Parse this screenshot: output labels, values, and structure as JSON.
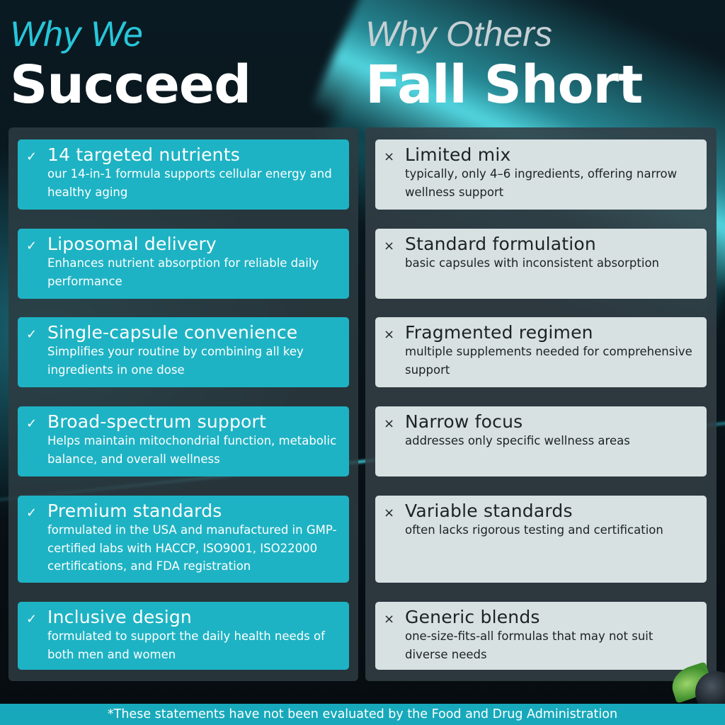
{
  "left_heading": {
    "line1": "Why We",
    "line2": "Succeed"
  },
  "right_heading": {
    "line1": "Why Others",
    "line2": "Fall Short"
  },
  "check_symbol": "✓",
  "cross_symbol": "×",
  "succeed_items": [
    {
      "title": "14 targeted nutrients",
      "description": "our 14-in-1 formula supports cellular energy and healthy aging"
    },
    {
      "title": "Liposomal delivery",
      "description": "Enhances nutrient absorption for reliable daily performance"
    },
    {
      "title": "Single-capsule convenience",
      "description": "Simplifies your routine by combining all key ingredients in one dose"
    },
    {
      "title": "Broad-spectrum support",
      "description": "Helps maintain mitochondrial function, metabolic balance, and overall wellness"
    },
    {
      "title": "Premium standards",
      "description": "formulated in the USA and manufactured in GMP-certified labs with HACCP, ISO9001, ISO22000 certifications, and FDA registration"
    },
    {
      "title": "Inclusive design",
      "description": "formulated to support the daily health needs of both men and women"
    }
  ],
  "short_items": [
    {
      "title": "Limited mix",
      "description": "typically, only 4–6 ingredients, offering narrow wellness support"
    },
    {
      "title": "Standard formulation",
      "description": "basic capsules with inconsistent absorption"
    },
    {
      "title": "Fragmented regimen",
      "description": "multiple supplements needed for comprehensive support"
    },
    {
      "title": "Narrow focus",
      "description": "addresses only specific wellness areas"
    },
    {
      "title": "Variable standards",
      "description": "often lacks rigorous testing and certification"
    },
    {
      "title": "Generic blends",
      "description": "one-size-fits-all formulas that may not suit diverse needs"
    }
  ],
  "footer_text": "*These statements have not been evaluated by the Food and Drug Administration",
  "colors": {
    "accent_cyan": "#1eb3c4",
    "card_light": "#d7e1e2",
    "background": "#070d12"
  }
}
